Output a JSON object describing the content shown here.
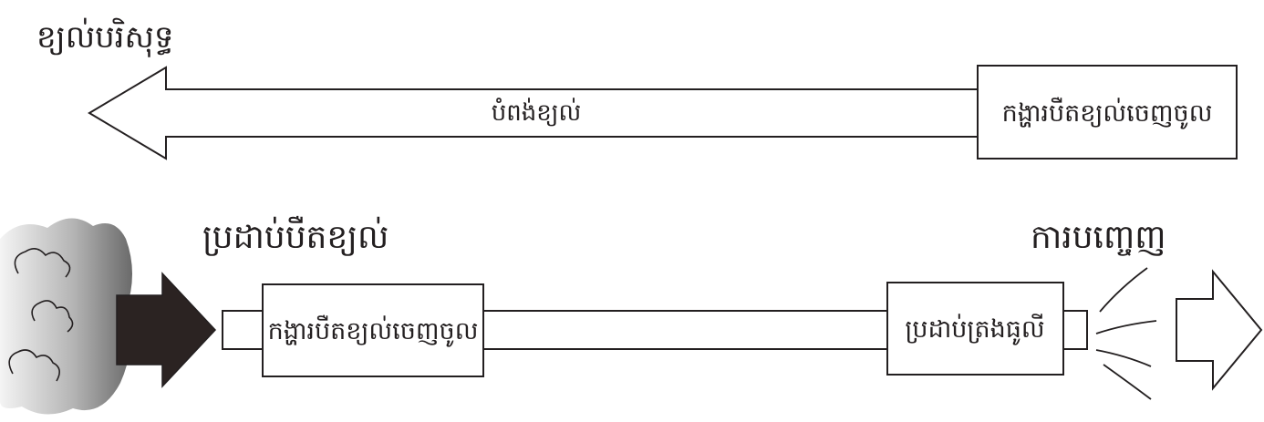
{
  "labels": {
    "clean_air": "ខ្យល់បរិសុទ្ធ",
    "exhaust_air": "បំពង់ខ្យល់",
    "top_box": "កង្ហារបឺតខ្យល់ចេញចូល",
    "intake_device": "ប្រដាប់បឺតខ្យល់",
    "output": "ការបញ្ចេញ",
    "fan_box": "កង្ហារបឺតខ្យល់ចេញចូល",
    "filter_box": "ប្រដាប់ត្រងធូលី"
  },
  "colors": {
    "stroke": "#231f20",
    "dark_arrow": "#2b2322",
    "cloud_light": "#f2f2f2",
    "cloud_dark": "#6d6d6d"
  },
  "icons": {
    "smoke": "smoke-cloud-icon",
    "output_arrow": "hollow-arrow-right-icon"
  }
}
